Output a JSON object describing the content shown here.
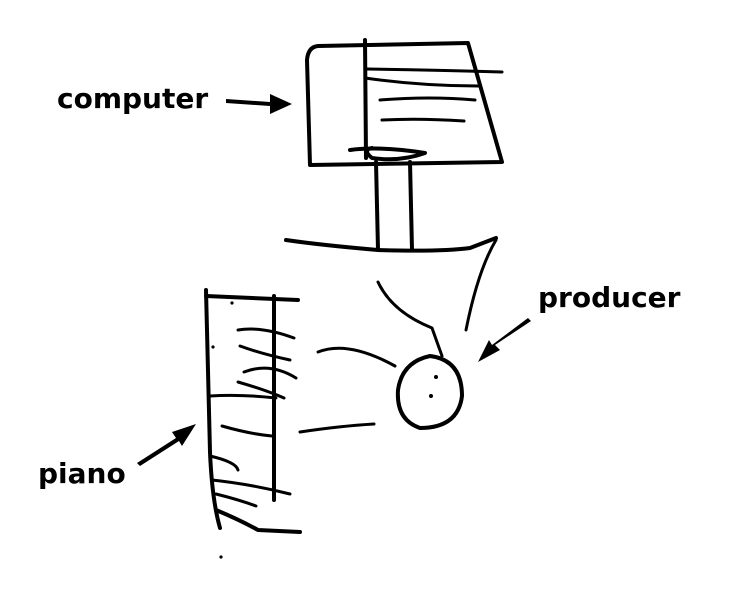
{
  "labels": {
    "computer": "computer",
    "producer": "producer",
    "piano": "piano"
  },
  "colors": {
    "ink": "#000000",
    "background": "#ffffff"
  }
}
